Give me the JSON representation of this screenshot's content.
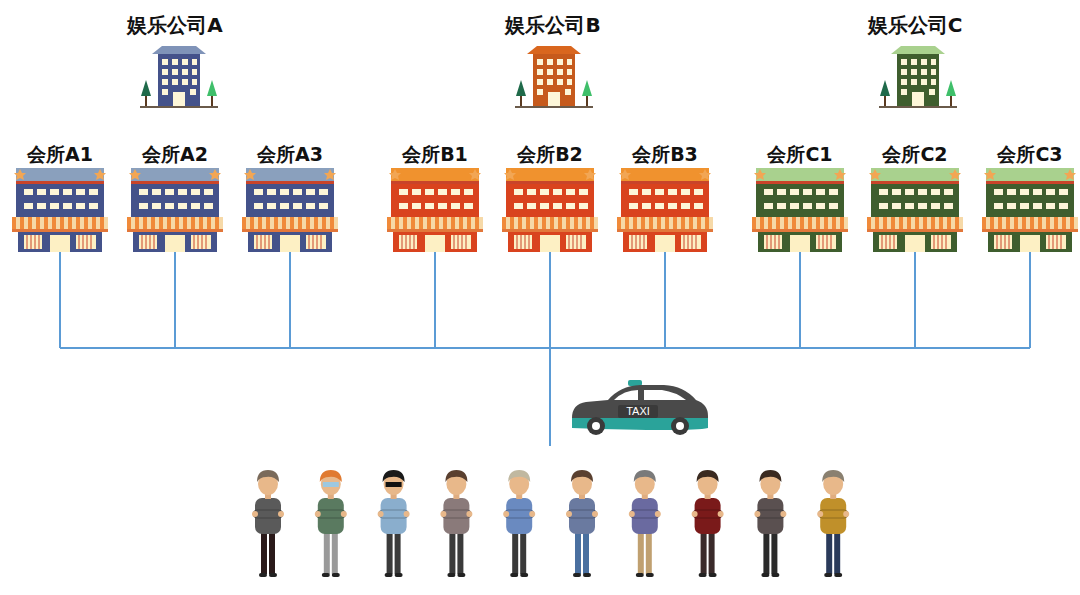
{
  "diagram": {
    "nodes": [
      {
        "text": [
          "娱乐公司A"
        ]
      },
      {
        "text": [
          "娱乐公司B"
        ]
      },
      {
        "text": [
          "娱乐公司C"
        ]
      },
      {
        "text": [
          "会所A1"
        ]
      },
      {
        "text": [
          "会所A2"
        ]
      },
      {
        "text": [
          "会所A3"
        ]
      },
      {
        "text": [
          "会所B1"
        ]
      },
      {
        "text": [
          "会所B2"
        ]
      },
      {
        "text": [
          "会所B3"
        ]
      },
      {
        "text": [
          "会所C1"
        ]
      },
      {
        "text": [
          "会所C2"
        ]
      },
      {
        "text": [
          "会所C3"
        ]
      }
    ],
    "labels": [
      "TAXI"
    ]
  }
}
